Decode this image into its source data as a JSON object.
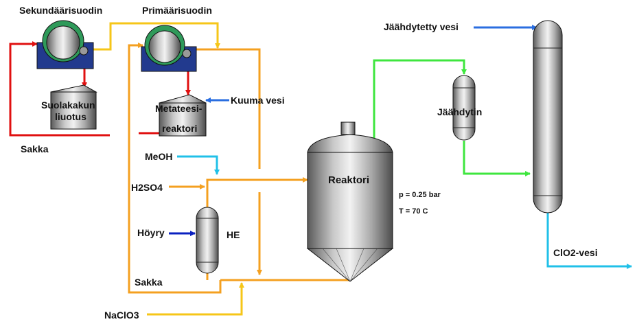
{
  "labels": {
    "secondary_filter": "Sekundäärisuodin",
    "primary_filter": "Primäärisuodin",
    "salt_cake_dissolution_line1": "Suolakakun",
    "salt_cake_dissolution_line2": "liuotus",
    "metathesis_reactor_line1": "Metateesi-",
    "metathesis_reactor_line2": "reaktori",
    "hot_water": "Kuuma vesi",
    "sludge_top": "Sakka",
    "sludge_bottom": "Sakka",
    "meoh": "MeOH",
    "h2so4": "H2SO4",
    "steam": "Höyry",
    "he": "HE",
    "naclo3": "NaClO3",
    "reactor": "Reaktori",
    "pressure": "p = 0.25 bar",
    "temperature": "T = 70 C",
    "chilled_water": "Jäähdytetty vesi",
    "cooler": "Jäähdytin",
    "clo2_water": "ClO2-vesi"
  },
  "colors": {
    "red_line": "#e01010",
    "yellow_line": "#f6c618",
    "orange_line": "#f4a020",
    "green_line": "#3ee63e",
    "cyan_line": "#20c0e8",
    "blue_line": "#2a6ee0",
    "dark_blue_line": "#0a20c0",
    "filter_drum_green": "#2f9a5a",
    "filter_base": "#223a8e"
  },
  "icons": {
    "secondary_filter": "rotary-drum-filter-icon",
    "primary_filter": "rotary-drum-filter-icon",
    "salt_cake_tank": "tank-icon",
    "metathesis_tank": "tank-icon",
    "heat_exchanger": "vertical-vessel-icon",
    "reactor": "conical-reactor-icon",
    "cooler": "vertical-vessel-icon",
    "absorption_column": "column-icon"
  }
}
